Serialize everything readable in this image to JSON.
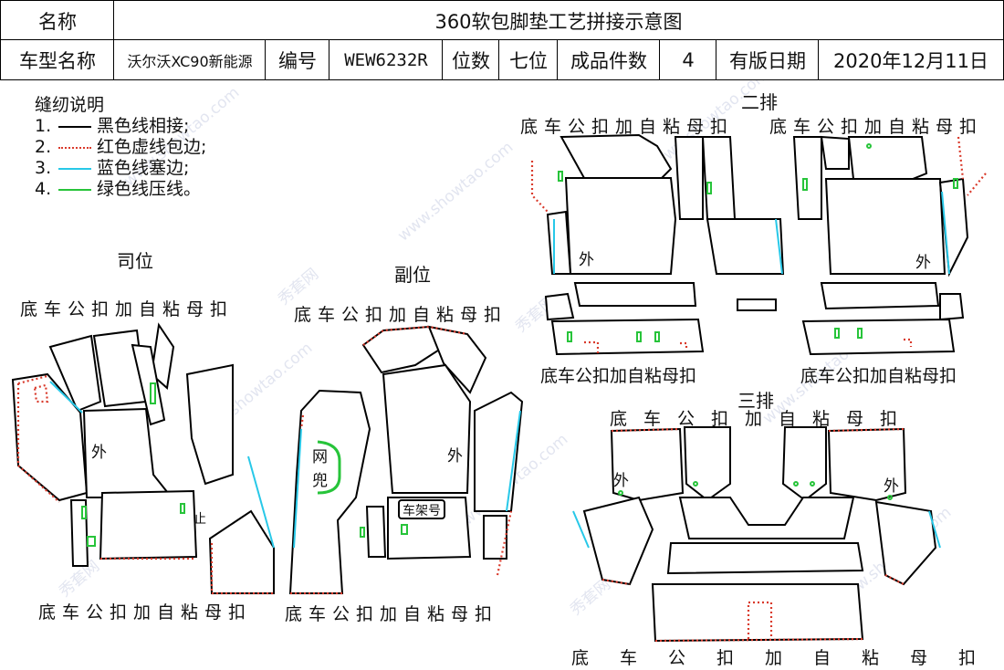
{
  "header": {
    "name_label": "名称",
    "title": "360软包脚垫工艺拼接示意图",
    "car_model_label": "车型名称",
    "car_model": "沃尔沃XC90新能源",
    "code_label": "编号",
    "code": "WEW6232R",
    "seats_label": "位数",
    "seats": "七位",
    "pieces_label": "成品件数",
    "pieces": "4",
    "date_label": "有版日期",
    "date": "2020年12月11日"
  },
  "legend": {
    "title": "缝纫说明",
    "items": [
      {
        "num": "1.",
        "text": "黑色线相接;",
        "color": "#000000"
      },
      {
        "num": "2.",
        "text": "红色虚线包边;",
        "color": "#d93a2b"
      },
      {
        "num": "3.",
        "text": "蓝色线塞边;",
        "color": "#28c8e8"
      },
      {
        "num": "4.",
        "text": "绿色线压线。",
        "color": "#27c43a"
      }
    ]
  },
  "sections": {
    "driver": "司位",
    "passenger": "副位",
    "row2": "二排",
    "row3": "三排"
  },
  "buckle_note": "底车公扣加自粘母扣",
  "tags": {
    "outer": "外",
    "net": "网",
    "pocket": "兜",
    "vin": "车架号",
    "stop": "止"
  },
  "watermark": {
    "brand": "秀套网",
    "site": "www.showtao.com"
  }
}
